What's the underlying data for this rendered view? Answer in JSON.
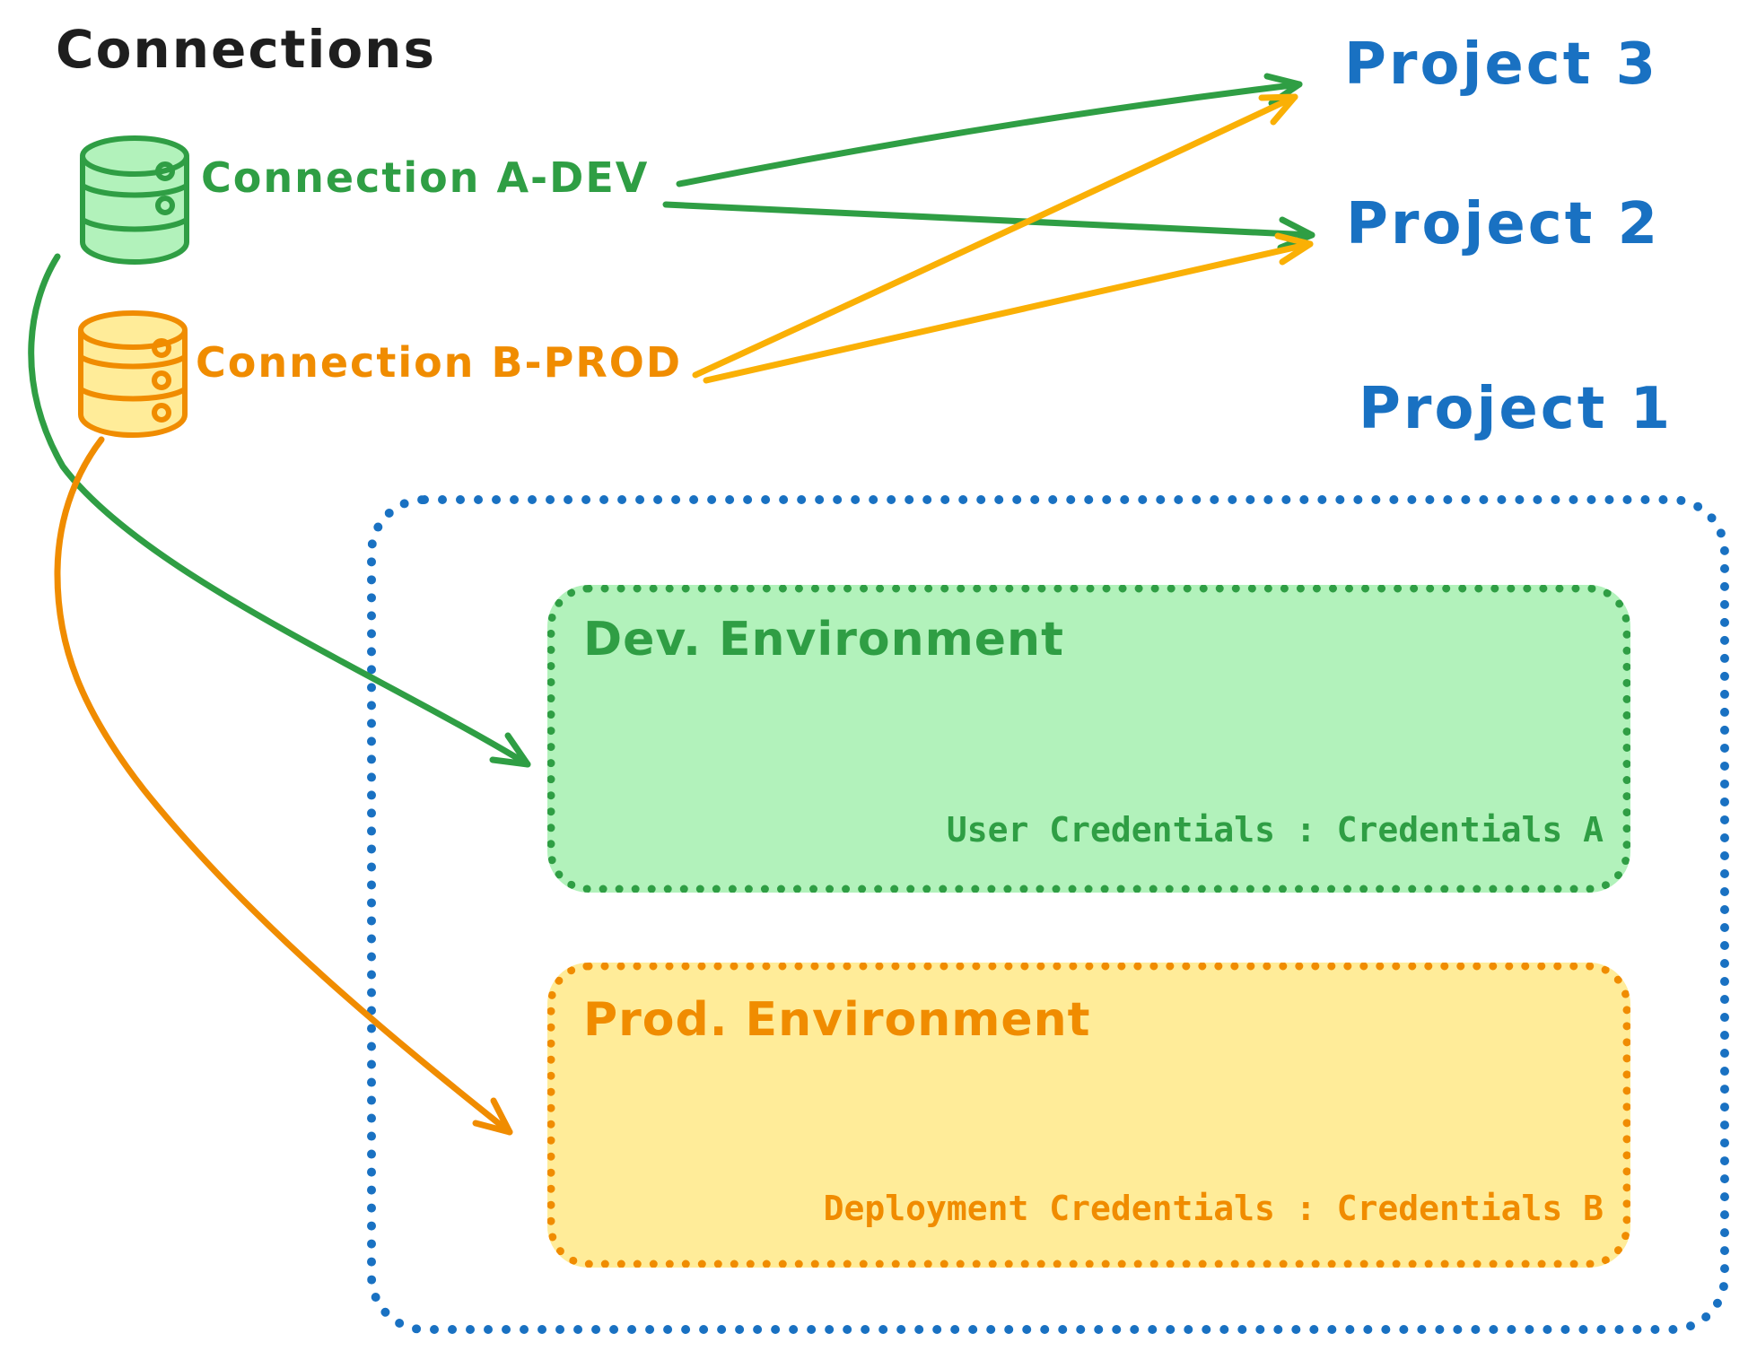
{
  "title": "Connections",
  "colors": {
    "text_black": "#1e1e1e",
    "green_stroke": "#2f9e44",
    "green_fill": "#b2f2bb",
    "orange_stroke": "#f08c00",
    "orange_arrow": "#fab005",
    "yellow_fill": "#ffec99",
    "blue": "#1971c2"
  },
  "connections": [
    {
      "label": "Connection A-DEV",
      "icon": "database-icon",
      "color": "#2f9e44"
    },
    {
      "label": "Connection B-PROD",
      "icon": "database-icon",
      "color": "#f08c00"
    }
  ],
  "projects": [
    {
      "label": "Project 3"
    },
    {
      "label": "Project 2"
    },
    {
      "label": "Project 1"
    }
  ],
  "project1": {
    "environments": [
      {
        "label": "Dev. Environment",
        "credentials": "User Credentials : Credentials A"
      },
      {
        "label": "Prod. Environment",
        "credentials": "Deployment Credentials : Credentials B"
      }
    ]
  }
}
